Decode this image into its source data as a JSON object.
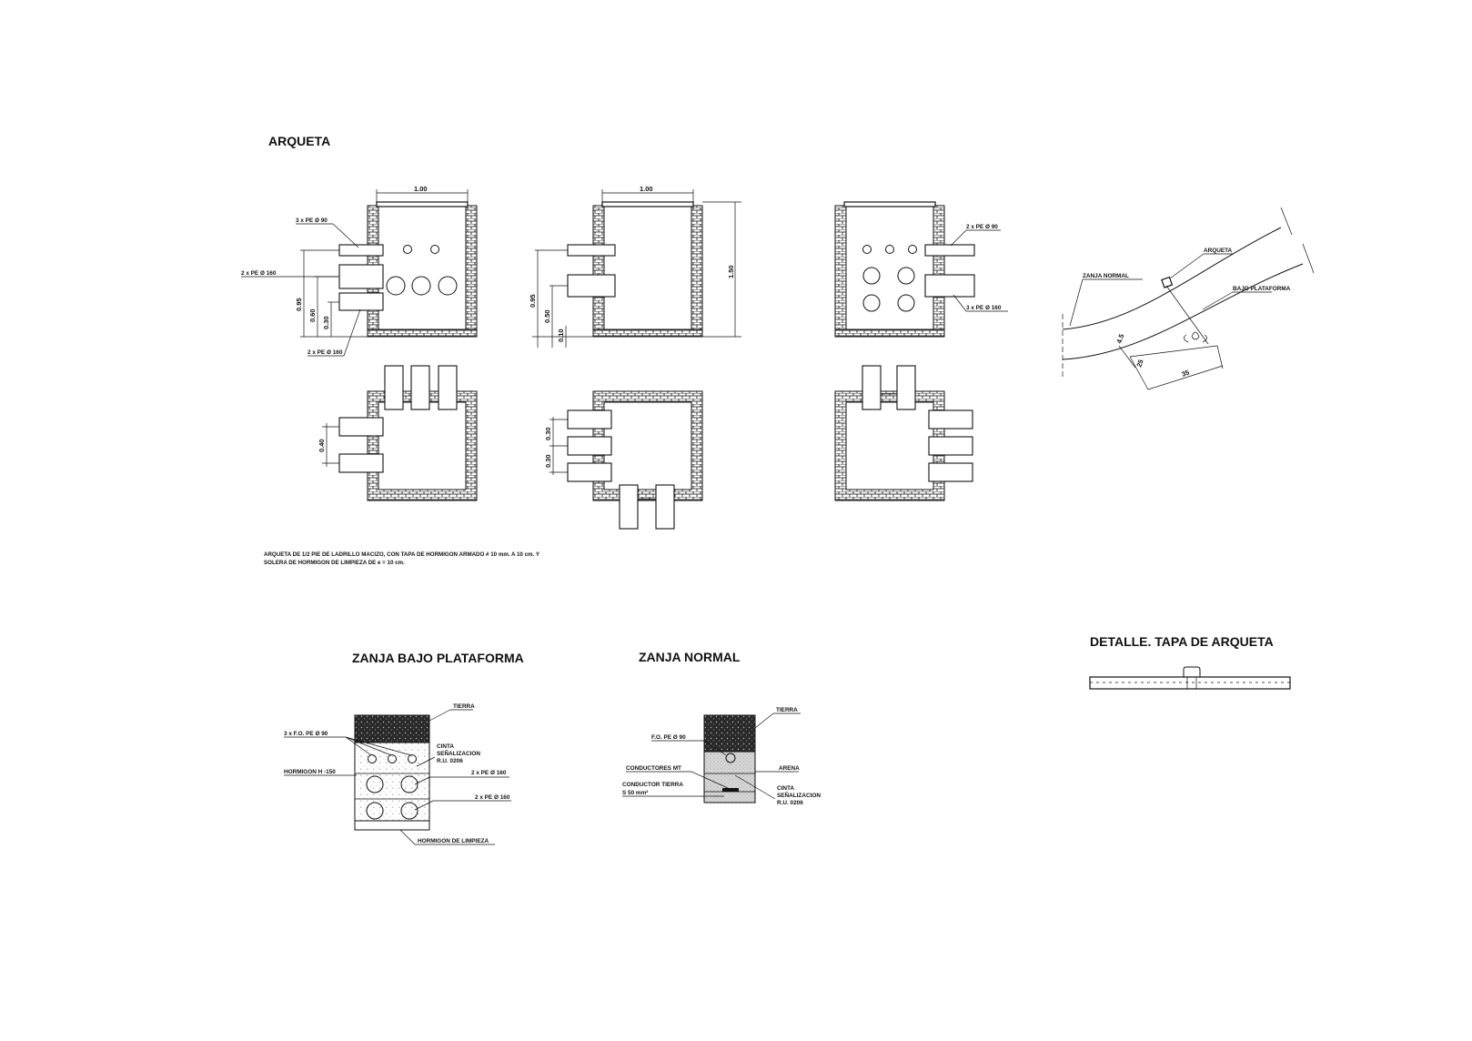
{
  "arqueta": {
    "title": "ARQUETA",
    "dim_width_1": "1.00",
    "dim_width_2": "1.00",
    "dim_height": "1.50",
    "left": {
      "label_top": "3 x PE Ø 90",
      "label_mid": "2 x PE Ø 160",
      "label_bottom": "2 x PE Ø 160",
      "dim_095": "0.95",
      "dim_060": "0.60",
      "dim_030": "0.30"
    },
    "middle": {
      "dim_095": "0.95",
      "dim_050": "0.50",
      "dim_010": "0.10"
    },
    "right": {
      "label_top": "2 x PE Ø 90",
      "label_bottom": "3 x PE Ø 160"
    },
    "plan_left_dim": "0.40",
    "plan_mid_dim_a": "0.30",
    "plan_mid_dim_b": "0.30",
    "note_line1": "ARQUETA DE 1/2 PIE DE LADRILLO MACIZO, CON TAPA DE HORMIGON ARMADO # 10 mm. A 10 cm. Y",
    "note_line2": "SOLERA DE HORMIGON DE LIMPIEZA DE e = 10 cm."
  },
  "route": {
    "label_zanja_normal": "ZANJA NORMAL",
    "label_arqueta": "ARQUETA",
    "label_bajo_plataforma": "BAJO PLATAFORMA",
    "dim_45": "4.5",
    "dim_25": "25",
    "dim_35": "35"
  },
  "zanja_bajo": {
    "title": "ZANJA BAJO PLATAFORMA",
    "label_tierra": "TIERRA",
    "label_fo": "3 x F.O. PE Ø 90",
    "label_cinta_1": "CINTA",
    "label_cinta_2": "SEÑALIZACION",
    "label_cinta_3": "R.U. 0206",
    "label_hormigon": "HORMIGON H -150",
    "label_pe_a": "2 x PE Ø 160",
    "label_pe_b": "2 x PE Ø 160",
    "label_limpieza": "HORMIGON DE LIMPIEZA"
  },
  "zanja_normal": {
    "title": "ZANJA NORMAL",
    "label_tierra": "TIERRA",
    "label_fo": "F.O. PE Ø 90",
    "label_arena": "ARENA",
    "label_conductores": "CONDUCTORES MT",
    "label_cond_tierra_1": "CONDUCTOR TIERRA",
    "label_cond_tierra_2": "S 50 mm²",
    "label_cinta_1": "CINTA",
    "label_cinta_2": "SEÑALIZACION",
    "label_cinta_3": "R.U. 0206"
  },
  "detalle": {
    "title": "DETALLE. TAPA DE ARQUETA"
  }
}
